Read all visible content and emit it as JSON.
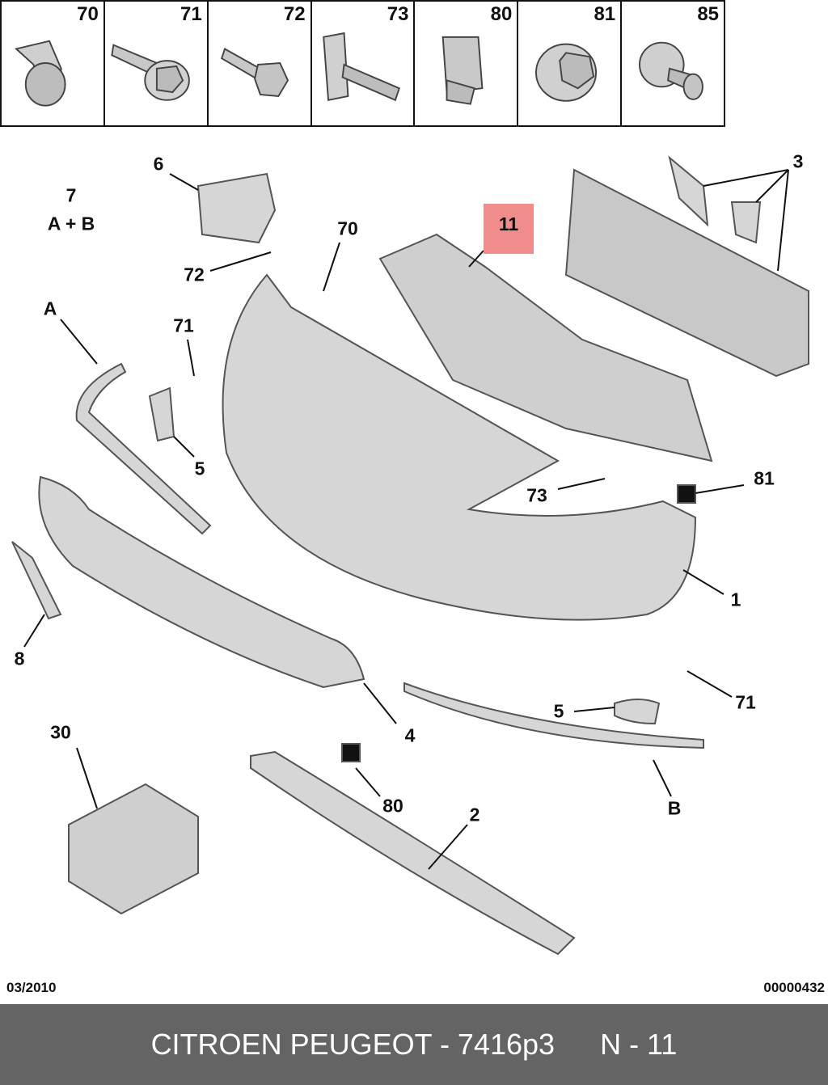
{
  "fasteners": [
    {
      "number": "70",
      "icon": "screw-flat-head-icon"
    },
    {
      "number": "71",
      "icon": "screw-washer-icon"
    },
    {
      "number": "72",
      "icon": "screw-hex-icon"
    },
    {
      "number": "73",
      "icon": "stud-plate-icon"
    },
    {
      "number": "80",
      "icon": "clip-nut-icon"
    },
    {
      "number": "81",
      "icon": "nut-icon"
    },
    {
      "number": "85",
      "icon": "push-rivet-icon"
    }
  ],
  "callouts": {
    "c6": "6",
    "c7": "7",
    "c7ab": "A + B",
    "c72": "72",
    "c70": "70",
    "c11": "11",
    "c3": "3",
    "cA": "A",
    "c71a": "71",
    "c5a": "5",
    "c73": "73",
    "c81": "81",
    "c1": "1",
    "c8": "8",
    "c4": "4",
    "c30": "30",
    "c5b": "5",
    "c71b": "71",
    "c80": "80",
    "c2": "2",
    "cB": "B"
  },
  "highlight_color": "#f08c8c",
  "footer": {
    "date": "03/2010",
    "code": "00000432"
  },
  "banner": {
    "title": "CITROEN PEUGEOT - 7416p3",
    "page": "N - 11"
  }
}
